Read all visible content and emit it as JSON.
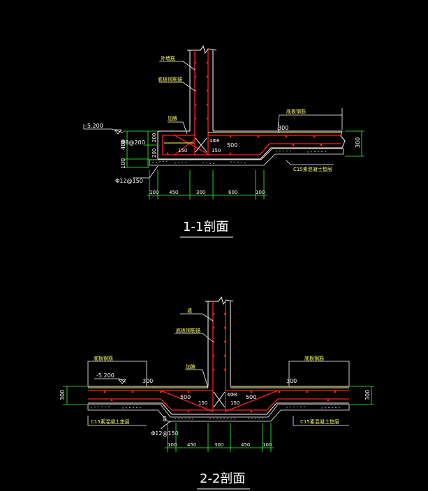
{
  "sec1": {
    "title": "1-1剖面",
    "wall_note": "外墙筋",
    "wall_note2": "底板钢筋锚",
    "level": "-5.200",
    "top_rebar": "底板钢筋",
    "gusset": "加腋",
    "d_400": "400",
    "d_100": "100",
    "d_200a": "200",
    "d_200b": "200",
    "stirrup": "Φ8@200",
    "bottom_bar": "Φ12@150",
    "d_300": "300",
    "d_500": "500",
    "d_150a": "150",
    "d_150b": "150",
    "cross_bar": "4Φ8",
    "right_300": "300",
    "c15": "C15素混凝土垫层",
    "dims": [
      "100",
      "450",
      "300",
      "600",
      "100"
    ]
  },
  "sec2": {
    "title": "2-2剖面",
    "wall_label": "墙",
    "wall_note2": "底板钢筋锚",
    "level": "-5.200",
    "top_rebar_l": "底板钢筋",
    "top_rebar_r": "底板钢筋",
    "gusset": "加腋",
    "left_300": "300",
    "d_300l": "300",
    "d_300r": "300",
    "d_500l": "500",
    "d_500r": "500",
    "d_150a": "150",
    "d_150b": "150",
    "cross_bar": "4Φ8",
    "right_300": "300",
    "c15_l": "C15素混凝土垫层",
    "c15_r": "C15素混凝土垫层",
    "bottom_bar": "Φ12@150",
    "d_45": "45",
    "dims": [
      "100",
      "450",
      "300",
      "450",
      "100"
    ]
  },
  "colors": {
    "concrete": "#ffffff",
    "rebar": "#ff2020",
    "dim": "#33ff33",
    "text": "#ffffff",
    "yellow": "#ffff66",
    "cyan": "#00ffff"
  }
}
